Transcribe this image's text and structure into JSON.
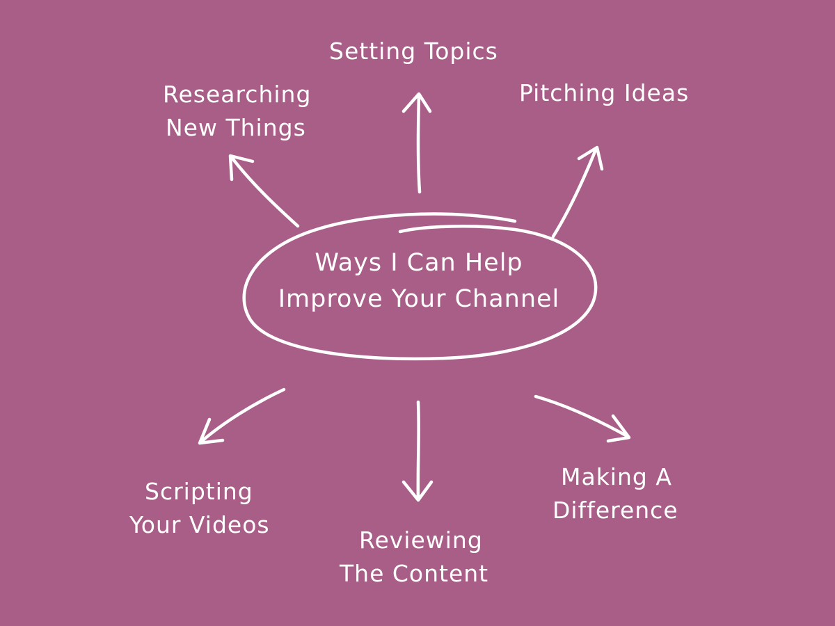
{
  "colors": {
    "background": "#a95e88",
    "ink": "#ffffff"
  },
  "center": {
    "line1": "Ways I Can Help",
    "line2": "Improve Your Channel"
  },
  "branches": {
    "setting_topics": "Setting Topics",
    "researching": {
      "line1": "Researching",
      "line2": "New Things"
    },
    "pitching_ideas": "Pitching Ideas",
    "scripting": {
      "line1": "Scripting",
      "line2": "Your Videos"
    },
    "reviewing": {
      "line1": "Reviewing",
      "line2": "The Content"
    },
    "making_difference": {
      "line1": "Making A",
      "line2": "Difference"
    }
  }
}
